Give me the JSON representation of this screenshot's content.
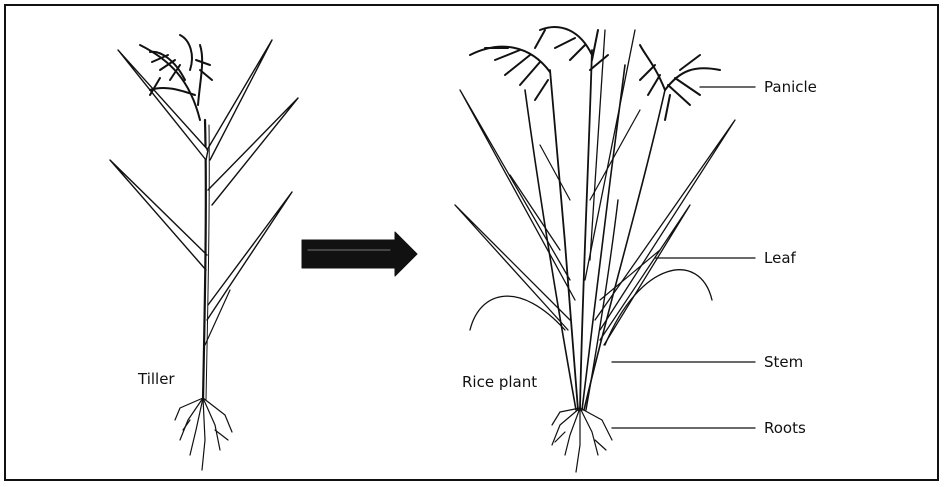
{
  "figure": {
    "labels": {
      "tiller": "Tiller",
      "rice_plant": "Rice plant",
      "panicle": "Panicle",
      "leaf": "Leaf",
      "stem": "Stem",
      "roots": "Roots"
    },
    "colors": {
      "ink": "#111111",
      "background": "#ffffff"
    }
  }
}
